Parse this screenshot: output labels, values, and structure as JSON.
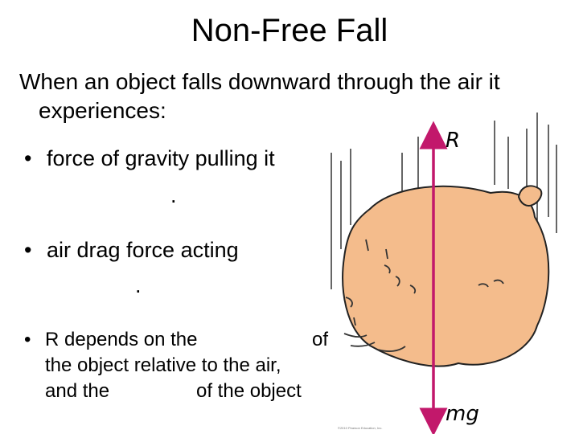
{
  "title": "Non-Free Fall",
  "intro": {
    "line1": "When an object falls downward through the air it",
    "line2": "experiences:"
  },
  "bullets": {
    "b1": "force of gravity pulling it",
    "b1_tail": ".",
    "b2": "air drag force acting",
    "b2_tail": ".",
    "b3_line1a": "R depends on the",
    "b3_line1b": "of",
    "b3_line2": "the object relative to the air,",
    "b3_line3a": "and the",
    "b3_line3b": "of the object"
  },
  "figure": {
    "label_up": "R",
    "label_down": "mg",
    "arrow_color": "#C2186B",
    "sack_color": "#F4BC8C",
    "credit": "©2010 Pearson Education, Inc."
  }
}
